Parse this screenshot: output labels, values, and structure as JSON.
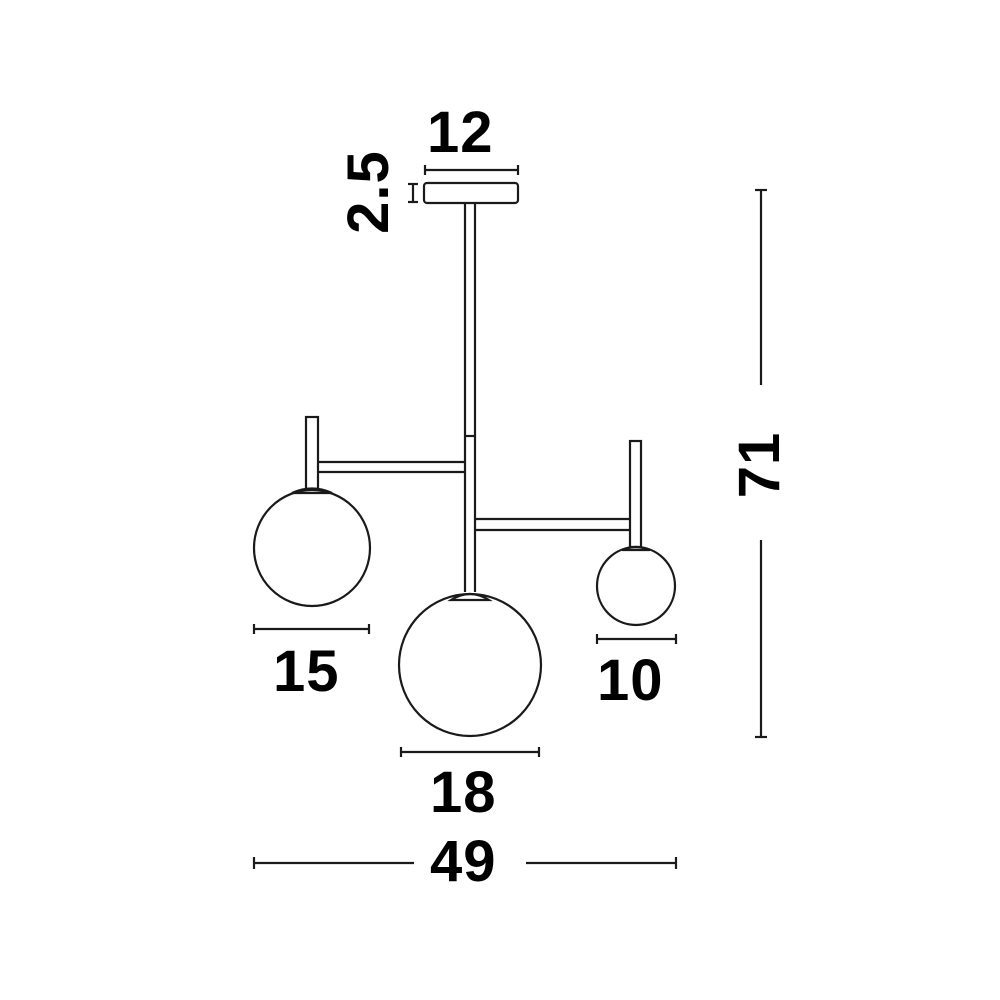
{
  "diagram": {
    "type": "technical-dimension-drawing",
    "subject": "pendant lamp with three globe shades",
    "unit_note": "",
    "colors": {
      "line": "#000000",
      "background": "#ffffff"
    },
    "dimensions": {
      "canopy_width": "12",
      "canopy_height": "2.5",
      "globe_left_diameter": "15",
      "globe_center_diameter": "18",
      "globe_right_diameter": "10",
      "total_width": "49",
      "total_height": "71"
    },
    "components": [
      {
        "name": "ceiling-canopy",
        "label": "canopy"
      },
      {
        "name": "central-stem",
        "label": "stem"
      },
      {
        "name": "left-arm",
        "label": "arm"
      },
      {
        "name": "right-arm",
        "label": "arm"
      },
      {
        "name": "left-globe",
        "label": "globe"
      },
      {
        "name": "center-globe",
        "label": "globe"
      },
      {
        "name": "right-globe",
        "label": "globe"
      }
    ]
  }
}
